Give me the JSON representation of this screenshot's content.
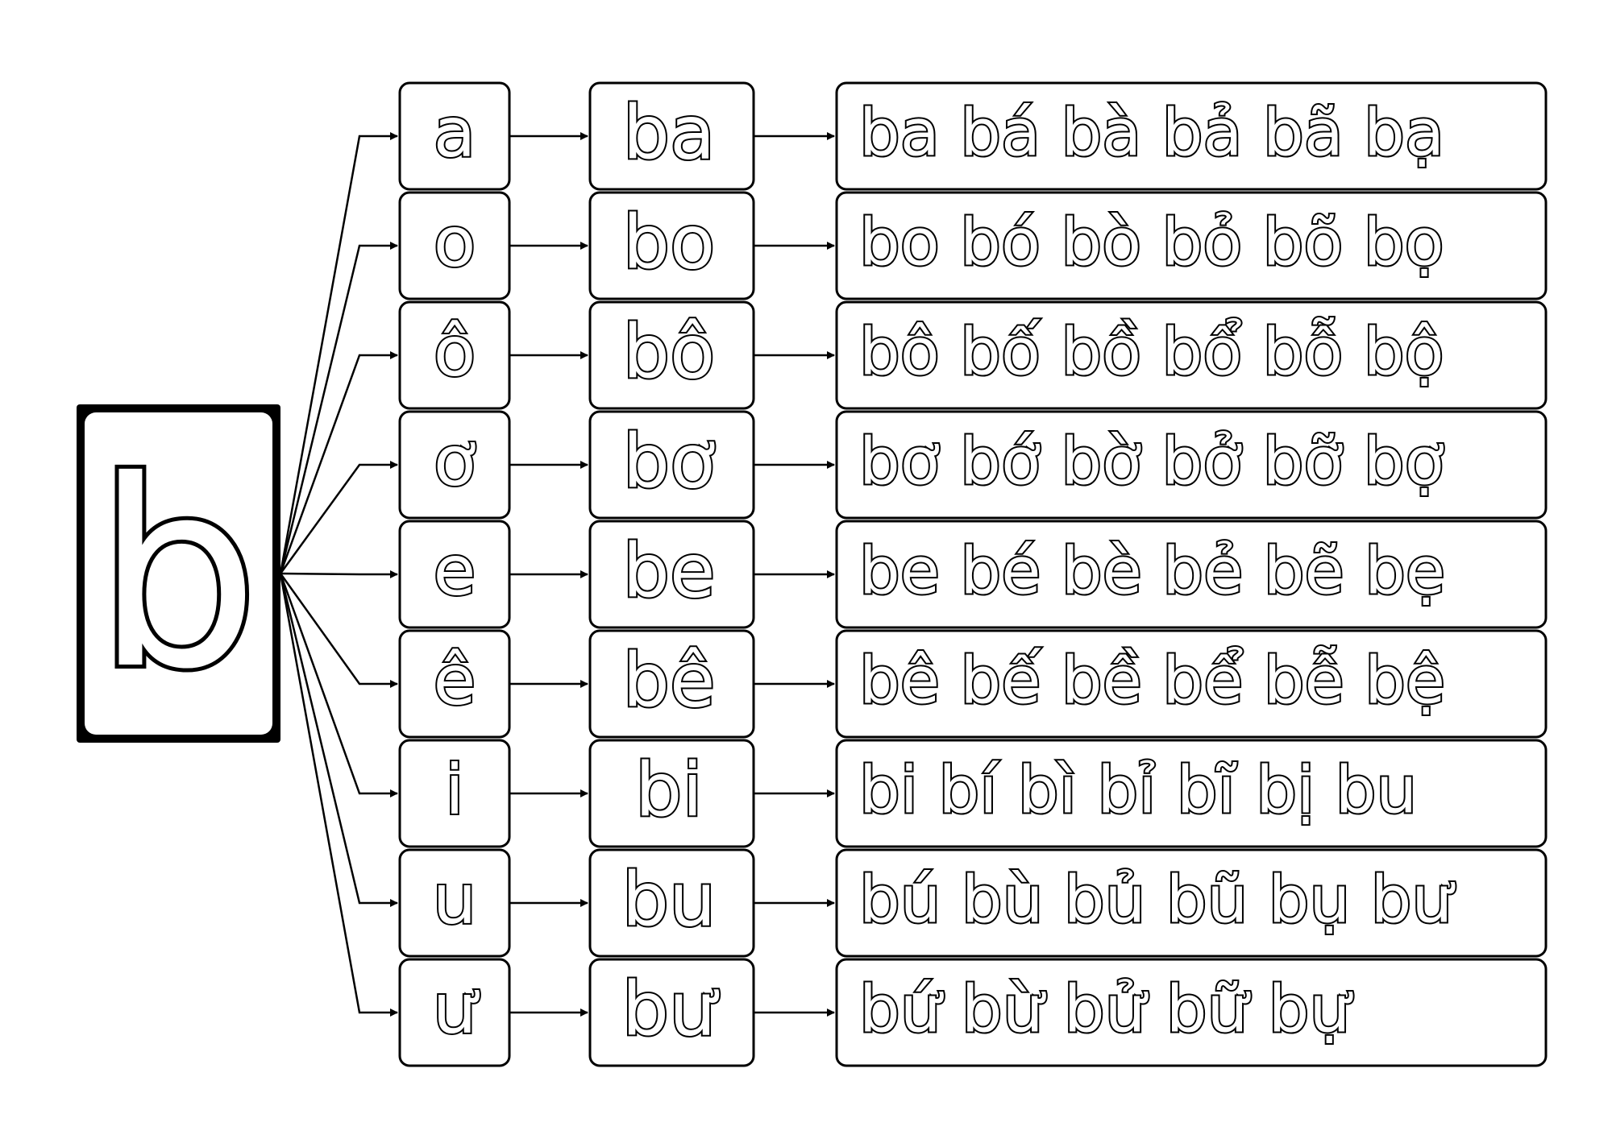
{
  "root": {
    "letter": "b"
  },
  "rows": [
    {
      "vowel": "a",
      "syllable": "ba",
      "tones": "ba bá bà bả bã bạ"
    },
    {
      "vowel": "o",
      "syllable": "bo",
      "tones": "bo bó bò bỏ bõ bọ"
    },
    {
      "vowel": "ô",
      "syllable": "bô",
      "tones": "bô bố bồ bổ bỗ bộ"
    },
    {
      "vowel": "ơ",
      "syllable": "bơ",
      "tones": "bơ bớ bờ bở bỡ bợ"
    },
    {
      "vowel": "e",
      "syllable": "be",
      "tones": "be bé bè bẻ bẽ bẹ"
    },
    {
      "vowel": "ê",
      "syllable": "bê",
      "tones": "bê bế bề bể bễ bệ"
    },
    {
      "vowel": "i",
      "syllable": "bi",
      "tones": "bi bí bì bỉ bĩ bị bu"
    },
    {
      "vowel": "u",
      "syllable": "bu",
      "tones": "bú bù bủ bũ bụ bư"
    },
    {
      "vowel": "ư",
      "syllable": "bư",
      "tones": "bứ bừ bử bữ bự"
    }
  ]
}
